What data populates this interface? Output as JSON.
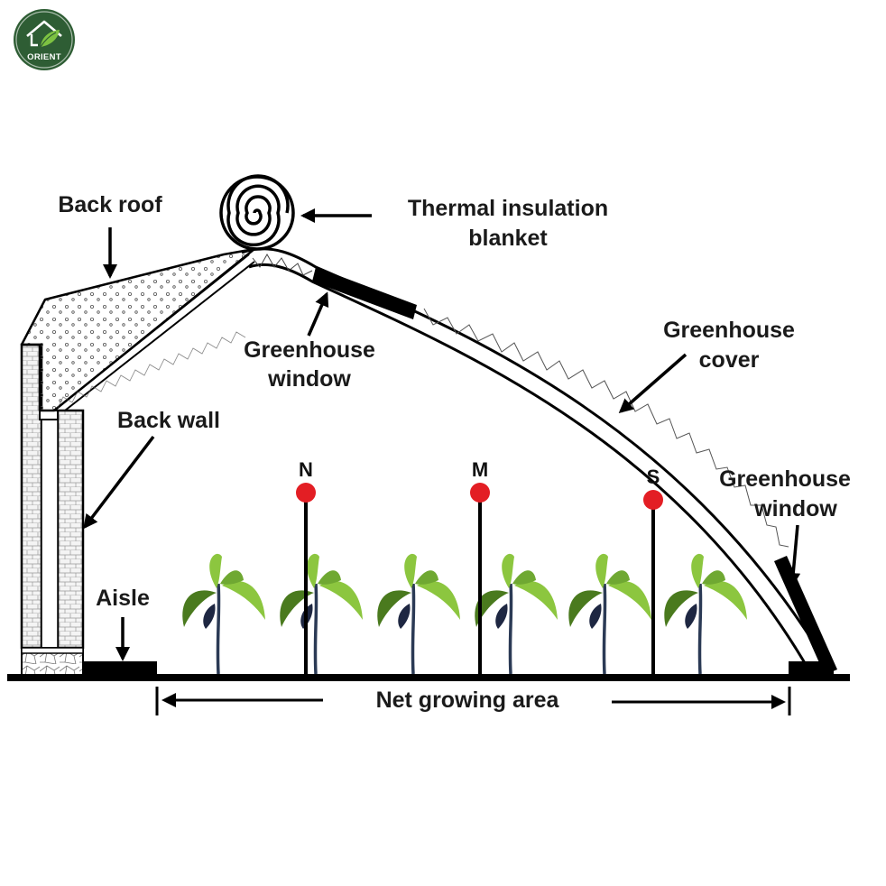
{
  "logo": {
    "text": "ORIENT",
    "bg_color": "#2e5d34",
    "leaf_color": "#7dc242"
  },
  "labels": {
    "back_roof": "Back roof",
    "thermal_blanket_line1": "Thermal insulation",
    "thermal_blanket_line2": "blanket",
    "window_top_line1": "Greenhouse",
    "window_top_line2": "window",
    "cover_line1": "Greenhouse",
    "cover_line2": "cover",
    "back_wall": "Back wall",
    "window_front_line1": "Greenhouse",
    "window_front_line2": "window",
    "aisle": "Aisle",
    "net_growing_area": "Net growing area"
  },
  "sensors": [
    "N",
    "M",
    "S"
  ],
  "plant_count": 6,
  "colors": {
    "sensor": "#e31e24",
    "leaf": "#8cc63f",
    "leaf_dark": "#4a7a1e",
    "stem": "#2b3a55",
    "line": "#000000"
  }
}
